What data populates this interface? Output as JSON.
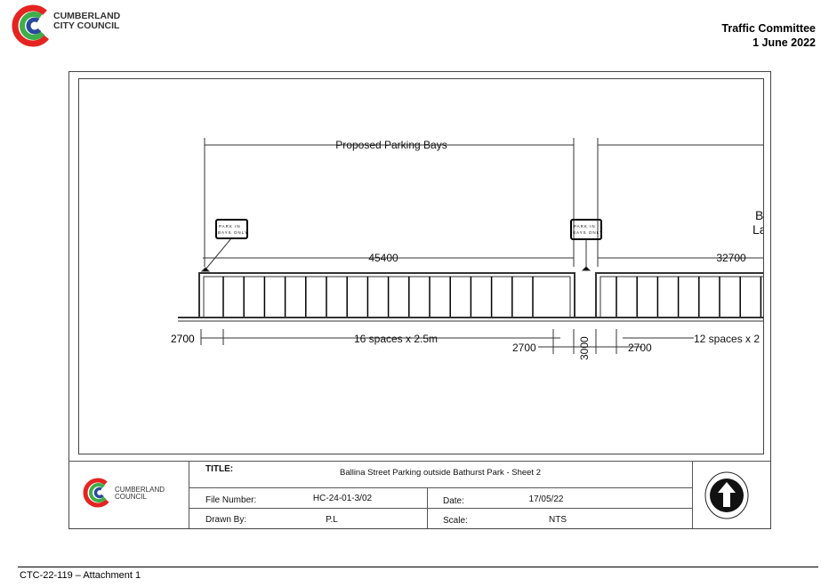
{
  "header": {
    "org_line1": "CUMBERLAND",
    "org_line2": "CITY COUNCIL",
    "committee": "Traffic Committee",
    "date": "1 June 2022"
  },
  "drawing": {
    "proposed_label": "Proposed Parking Bays",
    "dim_45400": "45400",
    "dim_32700": "32700",
    "sign_line1": "PARK IN",
    "sign_line2": "BAYS ONLY",
    "spaces_16": "16 spaces x 2.5m",
    "spaces_12": "12 spaces x 2",
    "dim_2700_left": "2700",
    "dim_2700_mid": "2700",
    "dim_3000": "3000",
    "dim_2700_right": "2700",
    "partial_b": "B",
    "partial_la": "La"
  },
  "title_block": {
    "org_line1": "CUMBERLAND",
    "org_line2": "COUNCIL",
    "title_label": "TITLE:",
    "title": "Ballina Street Parking outside Bathurst Park - Sheet 2",
    "file_label": "File Number:",
    "file": "HC-24-01-3/02",
    "date_label": "Date:",
    "date": "17/05/22",
    "drawn_label": "Drawn By:",
    "drawn": "P.L",
    "scale_label": "Scale:",
    "scale": "NTS"
  },
  "footer": {
    "text": "CTC-22-119 – Attachment 1"
  }
}
